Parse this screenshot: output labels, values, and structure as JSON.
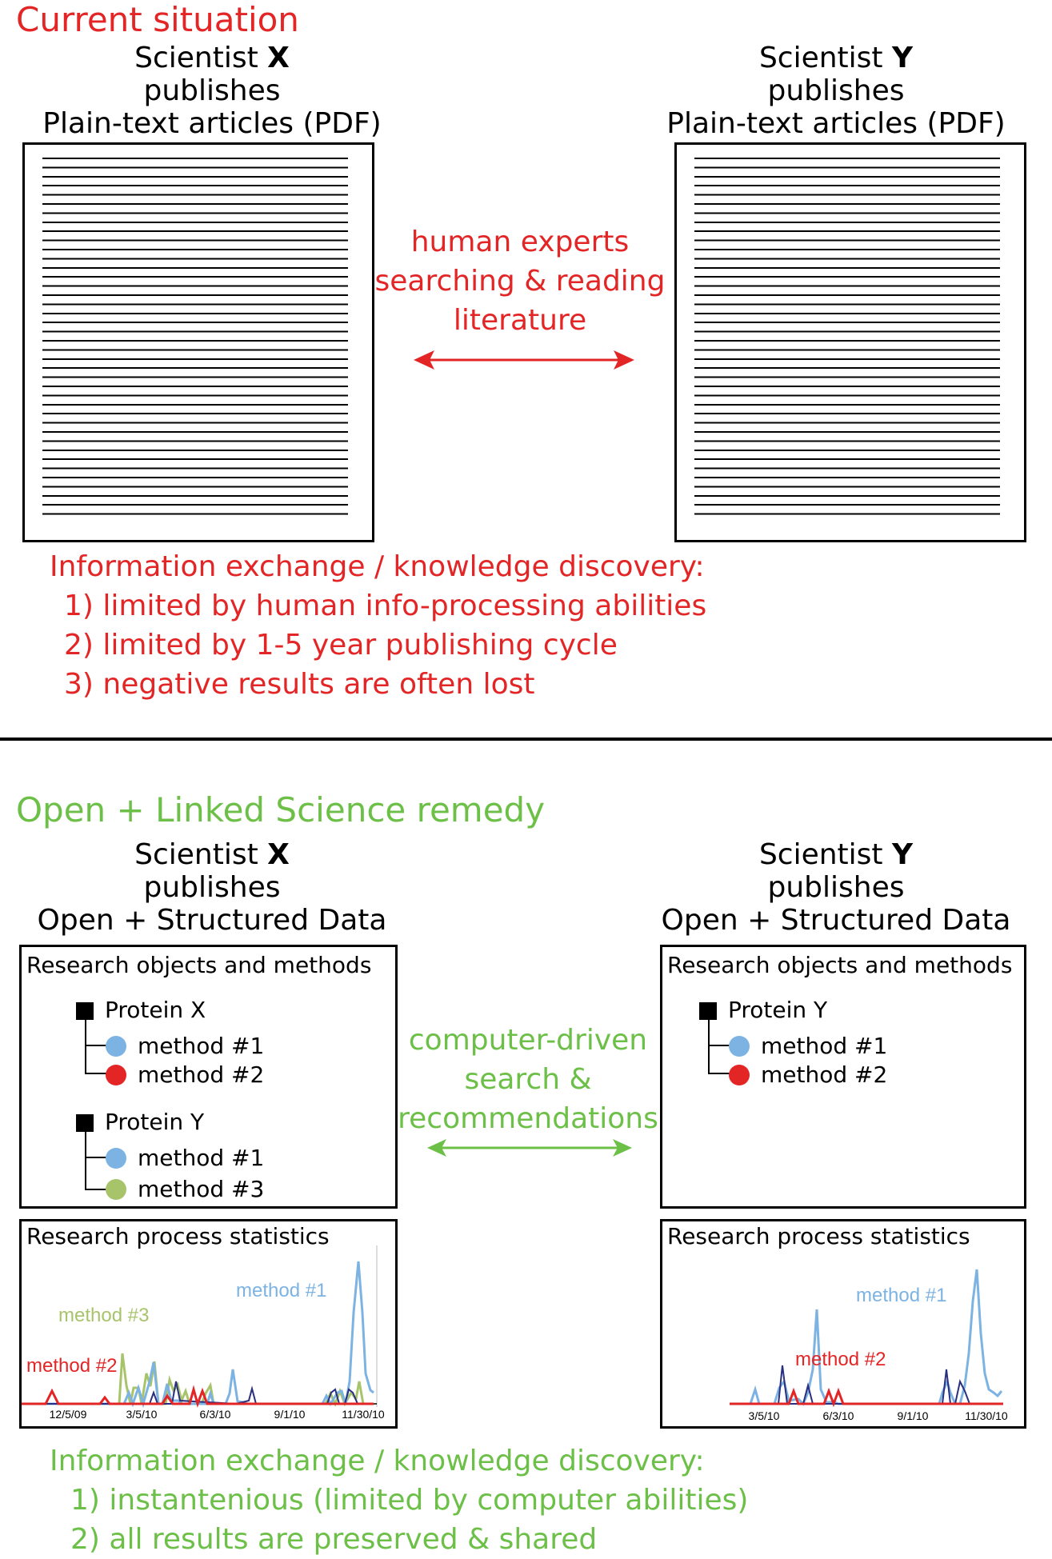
{
  "colors": {
    "red": "#e32526",
    "green": "#6cbf47",
    "blue": "#7cb3e3",
    "olive": "#a8c46b",
    "navy": "#2a2f80",
    "black": "#000000"
  },
  "top": {
    "title": "Current situation",
    "scientist_x": {
      "line1": "Scientist ",
      "letter": "X",
      "line2": "publishes",
      "line3": "Plain-text articles (PDF)"
    },
    "scientist_y": {
      "line1": "Scientist ",
      "letter": "Y",
      "line2": "publishes",
      "line3": "Plain-text articles (PDF)"
    },
    "exchange_label": [
      "human experts",
      "searching & reading",
      "literature"
    ],
    "info": {
      "heading": "Information exchange / knowledge discovery:",
      "items": [
        "1) limited by human info-processing abilities",
        "2) limited by 1-5 year publishing cycle",
        "3) negative results are often lost"
      ]
    }
  },
  "bottom": {
    "title": "Open + Linked Science remedy",
    "scientist_x": {
      "line1": "Scientist ",
      "letter": "X",
      "line2": "publishes",
      "line3": "Open + Structured Data"
    },
    "scientist_y": {
      "line1": "Scientist ",
      "letter": "Y",
      "line2": "publishes",
      "line3": "Open + Structured Data"
    },
    "exchange_label": [
      "computer-driven",
      "search &",
      "recommendations"
    ],
    "left_objects": {
      "title": "Research objects and methods",
      "proteins": [
        {
          "name": "Protein X",
          "methods": [
            {
              "label": "method #1",
              "color": "blue"
            },
            {
              "label": "method #2",
              "color": "red"
            }
          ]
        },
        {
          "name": "Protein Y",
          "methods": [
            {
              "label": "method #1",
              "color": "blue"
            },
            {
              "label": "method #3",
              "color": "olive"
            }
          ]
        }
      ]
    },
    "right_objects": {
      "title": "Research objects and methods",
      "proteins": [
        {
          "name": "Protein Y",
          "methods": [
            {
              "label": "method #1",
              "color": "blue"
            },
            {
              "label": "method #2",
              "color": "red"
            }
          ]
        }
      ]
    },
    "left_stats": {
      "title": "Research process statistics",
      "ticks": [
        "12/5/09",
        "3/5/10",
        "6/3/10",
        "9/1/10",
        "11/30/10"
      ],
      "labels": {
        "method1": "method #1",
        "method2": "method #2",
        "method3": "method #3"
      }
    },
    "right_stats": {
      "title": "Research process statistics",
      "ticks": [
        "3/5/10",
        "6/3/10",
        "9/1/10",
        "11/30/10"
      ],
      "labels": {
        "method1": "method #1",
        "method2": "method #2"
      }
    },
    "info": {
      "heading": "Information exchange / knowledge discovery:",
      "items": [
        "1) instantenious (limited by computer abilities)",
        "2) all results are preserved & shared"
      ]
    }
  }
}
